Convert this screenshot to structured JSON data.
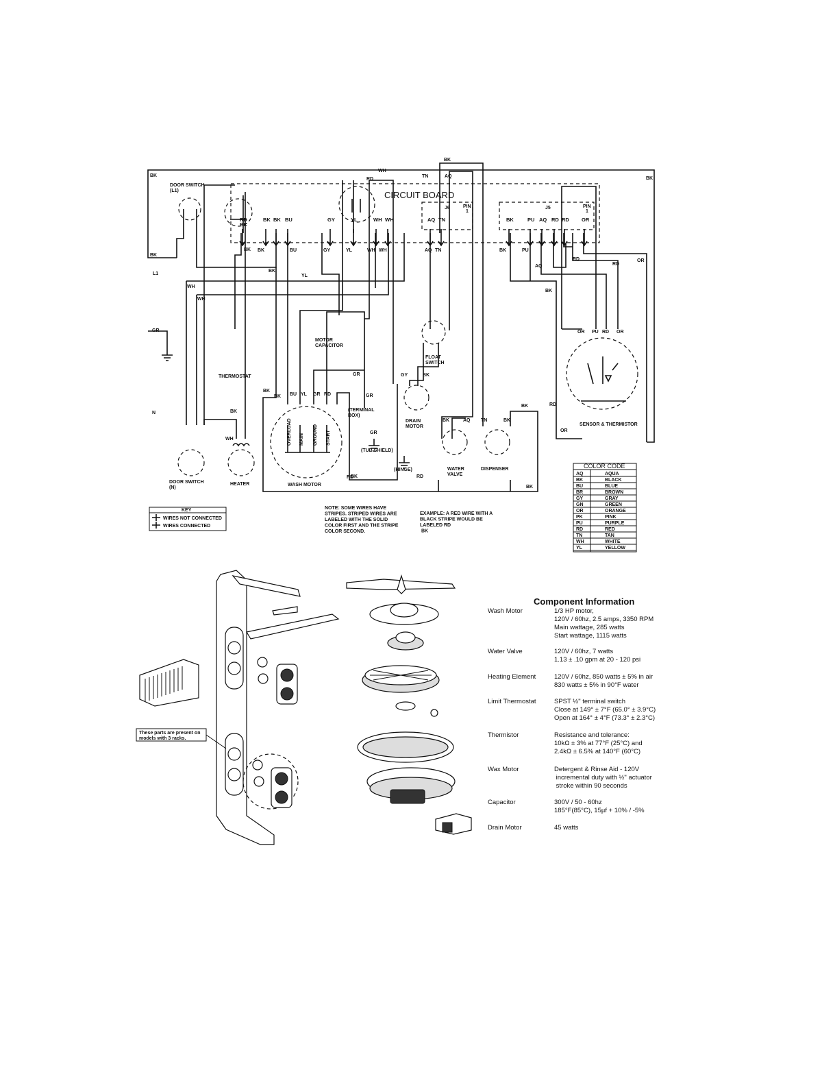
{
  "diagram": {
    "circuit_board_label": "CIRCUIT BOARD",
    "connector_j6": "J6",
    "connector_j5": "J5",
    "pin1": "PIN\n1",
    "board_left_pins": [
      "RD\nBK",
      "BK",
      "BK",
      "BU",
      "GY",
      "YL",
      "WH",
      "WH"
    ],
    "board_mid_pins": [
      "AQ",
      "TN"
    ],
    "board_right_pins": [
      "BK",
      "PU",
      "AQ",
      "RD",
      "RD",
      "OR"
    ],
    "components": {
      "door_switch_l1": "DOOR SWITCH\n(L1)",
      "door_switch_n": "DOOR SWITCH\n(N)",
      "thermostat": "THERMOSTAT",
      "heater": "HEATER",
      "motor_capacitor": "MOTOR\nCAPACITOR",
      "wash_motor": "WASH MOTOR",
      "terminal_box": "(TERMINAL\nBOX)",
      "tub_shield": "(TUB SHIELD)",
      "hinge": "(HINGE)",
      "float_switch": "FLOAT\nSWITCH",
      "drain_motor": "DRAIN\nMOTOR",
      "water_valve": "WATER\nVALVE",
      "dispenser": "DISPENSER",
      "sensor_thermistor": "SENSOR & THERMISTOR"
    },
    "line_labels": {
      "l1": "L1",
      "n": "N",
      "gr": "GR"
    },
    "wire_labels": [
      "BK",
      "BK",
      "BK",
      "WH",
      "WH",
      "BU",
      "GY",
      "YL",
      "WH",
      "WH",
      "AQ",
      "TN",
      "BK",
      "PU",
      "AQ",
      "RD",
      "OR",
      "RD",
      "BK",
      "BK",
      "BK",
      "YL",
      "RD",
      "GR",
      "GR",
      "GR",
      "BU",
      "YL",
      "GR",
      "RD",
      "GY",
      "BK",
      "BK",
      "AQ",
      "TN",
      "BK",
      "TN",
      "AQ",
      "OR",
      "PU",
      "RD",
      "OR",
      "BK",
      "OR",
      "RD",
      "BK",
      "RD",
      "BK",
      "BK",
      "WH",
      "WH",
      "BK",
      "RD"
    ],
    "wash_motor_windings": [
      "OVERLOAD",
      "MAIN",
      "GROUND",
      "START"
    ],
    "key": {
      "title": "KEY",
      "not_connected": "WIRES NOT CONNECTED",
      "connected": "WIRES CONNECTED"
    },
    "note": "NOTE: SOME WIRES HAVE\nSTRIPES. STRIPED WIRES ARE\nLABELED WITH THE SOLID\nCOLOR FIRST AND THE STRIPE\nCOLOR SECOND.",
    "example": "EXAMPLE: A RED WIRE WITH A\nBLACK STRIPE WOULD BE\nLABELED  RD\n               BK",
    "color_code": {
      "title": "COLOR CODE",
      "rows": [
        [
          "AQ",
          "AQUA"
        ],
        [
          "BK",
          "BLACK"
        ],
        [
          "BU",
          "BLUE"
        ],
        [
          "BR",
          "BROWN"
        ],
        [
          "GY",
          "GRAY"
        ],
        [
          "GN",
          "GREEN"
        ],
        [
          "OR",
          "ORANGE"
        ],
        [
          "PK",
          "PINK"
        ],
        [
          "PU",
          "PURPLE"
        ],
        [
          "RD",
          "RED"
        ],
        [
          "TN",
          "TAN"
        ],
        [
          "WH",
          "WHITE"
        ],
        [
          "YL",
          "YELLOW"
        ]
      ]
    }
  },
  "parts_callout": "These parts are present on\nmodels with 3 racks.",
  "component_info": {
    "title": "Component Information",
    "items": [
      {
        "name": "Wash Motor",
        "value": "1/3 HP motor,\n120V / 60hz, 2.5 amps, 3350 RPM\nMain wattage, 285 watts\nStart wattage, 1115 watts"
      },
      {
        "name": "Water Valve",
        "value": "120V / 60hz, 7 watts\n1.13 ± .10 gpm at 20 - 120 psi"
      },
      {
        "name": "Heating Element",
        "value": "120V / 60hz, 850 watts ± 5% in air\n830 watts ± 5% in 90°F water"
      },
      {
        "name": "Limit Thermostat",
        "value": "SPST ½\" terminal switch\nClose at 149° ± 7°F (65.0° ± 3.9°C)\nOpen at 164° ± 4°F (73.3° ± 2.3°C)"
      },
      {
        "name": "Thermistor",
        "value": "Resistance and tolerance:\n10kΩ ± 3% at 77°F (25°C) and\n2.4kΩ ± 6.5% at 140°F (60°C)"
      },
      {
        "name": "Wax Motor",
        "value": "Detergent & Rinse Aid - 120V\n   incremental duty with ½\" actuator\n   stroke within 90 seconds"
      },
      {
        "name": "Capacitor",
        "value": "300V / 50 - 60hz\n185°F(85°C), 15µf + 10% / -5%"
      },
      {
        "name": "Drain Motor",
        "value": "45 watts"
      }
    ]
  }
}
